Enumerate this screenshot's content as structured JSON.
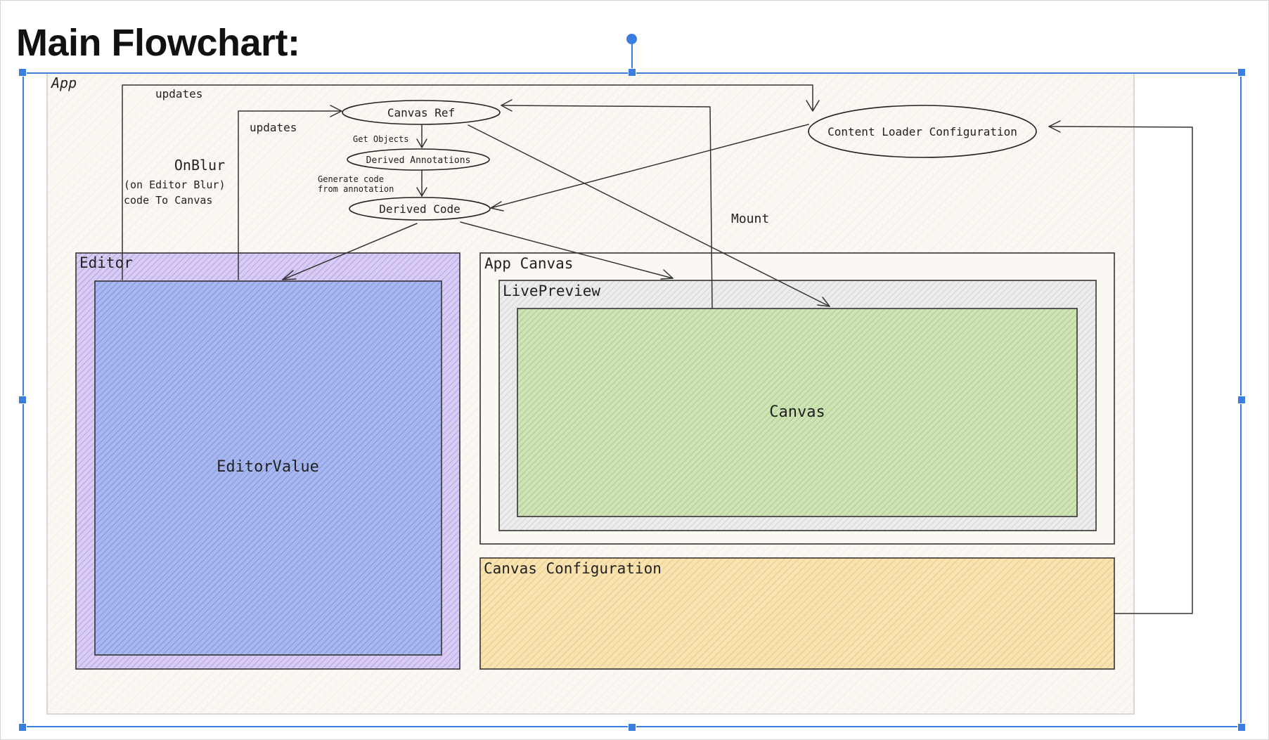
{
  "heading": "Main Flowchart:",
  "diagram": {
    "frames": {
      "app": "App",
      "editor": "Editor",
      "editor_value": "EditorValue",
      "app_canvas": "App Canvas",
      "live_preview": "LivePreview",
      "canvas": "Canvas",
      "canvas_configuration": "Canvas Configuration"
    },
    "nodes": {
      "canvas_ref": "Canvas Ref",
      "derived_annotations": "Derived Annotations",
      "derived_code": "Derived Code",
      "content_loader_configuration": "Content Loader Configuration"
    },
    "edge_labels": {
      "updates_top": "updates",
      "updates_second": "updates",
      "get_objects": "Get Objects",
      "generate_code_1": "Generate code",
      "generate_code_2": "from annotation",
      "onblur_title": "OnBlur",
      "onblur_line1": "(on Editor Blur)",
      "onblur_line2": "code To Canvas",
      "mount": "Mount"
    },
    "colors": {
      "app_bg": "#fbf7f2",
      "editor_bg": "#cdbdf0",
      "editor_value_bg": "#9aaeea",
      "live_preview_bg": "#e6e6e6",
      "canvas_bg": "#c3dca6",
      "canvas_config_bg": "#f6dca0",
      "selection": "#3c7ee0",
      "stroke": "#222222"
    }
  }
}
